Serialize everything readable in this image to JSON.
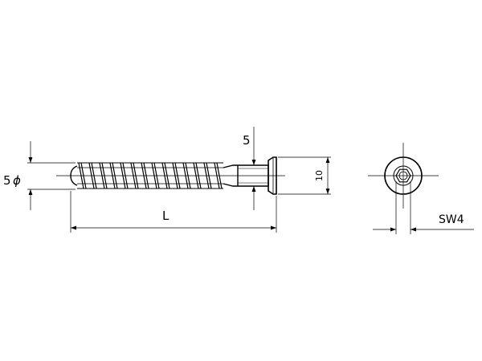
{
  "diagram": {
    "labels": {
      "thread_diameter": "5",
      "thread_diameter_symbol": "ϕ",
      "length": "L",
      "neck_length": "5",
      "head_height": "10",
      "socket_size": "SW4"
    },
    "colors": {
      "line": "#000000",
      "background": "#ffffff"
    }
  }
}
